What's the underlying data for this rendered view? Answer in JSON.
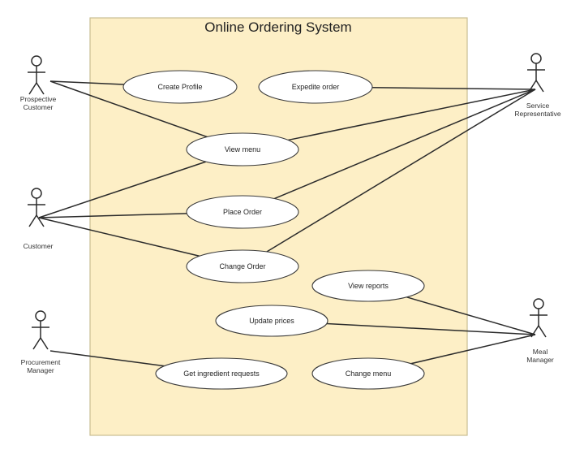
{
  "system": {
    "title": "Online Ordering System",
    "fill": "#fdefc6",
    "stroke": "#c9bd92"
  },
  "actors": [
    {
      "id": "prospective",
      "label_lines": [
        "Prospective",
        "Customer"
      ]
    },
    {
      "id": "customer",
      "label_lines": [
        "Customer"
      ]
    },
    {
      "id": "procurement",
      "label_lines": [
        "Procurement",
        "Manager"
      ]
    },
    {
      "id": "service",
      "label_lines": [
        "Service",
        "Representative"
      ]
    },
    {
      "id": "meal",
      "label_lines": [
        "Meal",
        "Manager"
      ]
    }
  ],
  "use_cases": [
    {
      "id": "create_profile",
      "label": "Create Profile"
    },
    {
      "id": "expedite_order",
      "label": "Expedite order"
    },
    {
      "id": "view_menu",
      "label": "View menu"
    },
    {
      "id": "place_order",
      "label": "Place Order"
    },
    {
      "id": "change_order",
      "label": "Change Order"
    },
    {
      "id": "view_reports",
      "label": "View reports"
    },
    {
      "id": "update_prices",
      "label": "Update prices"
    },
    {
      "id": "get_ingredients",
      "label": "Get ingredient requests"
    },
    {
      "id": "change_menu",
      "label": "Change menu"
    }
  ],
  "associations": [
    [
      "prospective",
      "create_profile"
    ],
    [
      "prospective",
      "view_menu"
    ],
    [
      "customer",
      "view_menu"
    ],
    [
      "customer",
      "place_order"
    ],
    [
      "customer",
      "change_order"
    ],
    [
      "procurement",
      "get_ingredients"
    ],
    [
      "service",
      "expedite_order"
    ],
    [
      "service",
      "view_menu"
    ],
    [
      "service",
      "place_order"
    ],
    [
      "service",
      "change_order"
    ],
    [
      "meal",
      "view_reports"
    ],
    [
      "meal",
      "update_prices"
    ],
    [
      "meal",
      "change_menu"
    ]
  ]
}
